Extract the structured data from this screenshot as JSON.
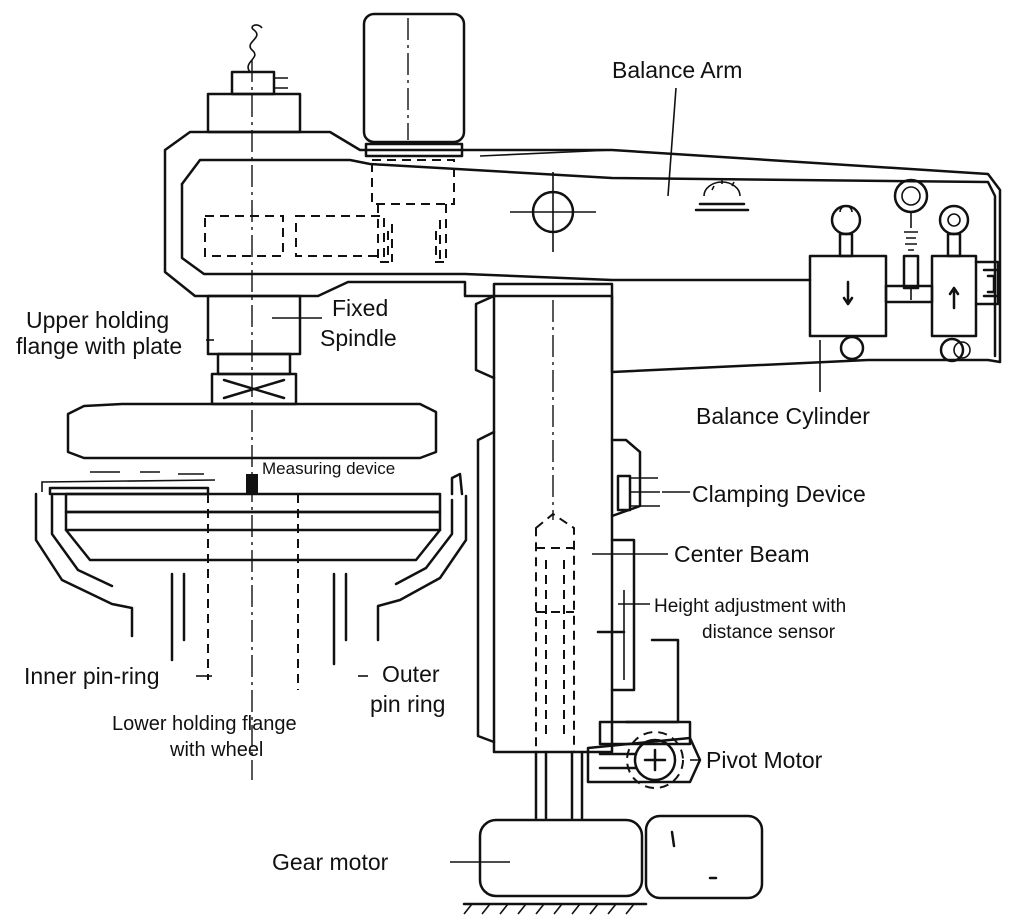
{
  "labels": {
    "balance_arm": "Balance Arm",
    "fixed_spindle_1": "Fixed",
    "fixed_spindle_2": "Spindle",
    "upper_flange_1": "Upper holding",
    "upper_flange_2": "flange with plate",
    "measuring_device": "Measuring device",
    "balance_cylinder": "Balance Cylinder",
    "clamping_device": "Clamping Device",
    "center_beam": "Center Beam",
    "height_adjust_1": "Height adjustment with",
    "height_adjust_2": "distance sensor",
    "inner_pin_ring": "Inner pin-ring",
    "outer_pin_ring_1": "Outer",
    "outer_pin_ring_2": "pin ring",
    "lower_flange_1": "Lower holding flange",
    "lower_flange_2": "with wheel",
    "pivot_motor": "Pivot Motor",
    "gear_motor": "Gear motor"
  }
}
